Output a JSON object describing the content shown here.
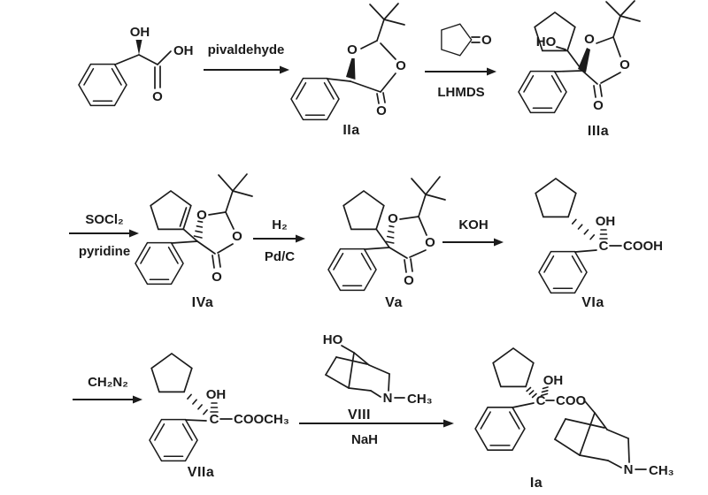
{
  "ink": "#1b1b1b",
  "background": "#ffffff",
  "compounds": {
    "mandelic_acid": {
      "hydroxyl_top": "OH",
      "acid_hydroxyl": "OH",
      "carbonyl_oxygen": "O"
    },
    "cyclopentanone": {
      "carbonyl_oxygen": "O"
    },
    "IIa": {
      "label": "IIa",
      "ring_oxygen_left": "O",
      "ring_oxygen_right": "O",
      "carbonyl_oxygen": "O"
    },
    "IIIa": {
      "label": "IIIa",
      "hydroxyl": "HO",
      "ring_oxygen_left": "O",
      "ring_oxygen_right": "O",
      "carbonyl_oxygen": "O"
    },
    "IVa": {
      "label": "IVa",
      "ring_oxygen_left": "O",
      "ring_oxygen_right": "O",
      "carbonyl_oxygen": "O"
    },
    "Va": {
      "label": "Va",
      "ring_oxygen_left": "O",
      "ring_oxygen_right": "O",
      "carbonyl_oxygen": "O"
    },
    "VIa": {
      "label": "VIa",
      "hydroxyl": "OH",
      "central_carbon": "C",
      "acid_group": "COOH"
    },
    "VIIa": {
      "label": "VIIa",
      "hydroxyl": "OH",
      "central_carbon": "C",
      "ester_group": "COOCH₃"
    },
    "VIII": {
      "label": "VIII",
      "hydroxyl": "HO",
      "nitrogen": "N",
      "n_methyl": "CH₃"
    },
    "Ia": {
      "label": "Ia",
      "hydroxyl": "OH",
      "central_carbon": "C",
      "ester_group": "COO",
      "nitrogen": "N",
      "n_methyl": "CH₃"
    }
  },
  "steps": {
    "step1": {
      "reagent_above": "pivaldehyde"
    },
    "step2": {
      "reagent_below": "LHMDS"
    },
    "step3": {
      "reagent_above": "SOCl₂",
      "reagent_below": "pyridine"
    },
    "step4": {
      "reagent_above": "H₂",
      "reagent_below": "Pd/C"
    },
    "step5": {
      "reagent_above": "KOH"
    },
    "step6": {
      "reagent_above": "CH₂N₂"
    },
    "step7": {
      "reagent_below": "NaH"
    }
  }
}
